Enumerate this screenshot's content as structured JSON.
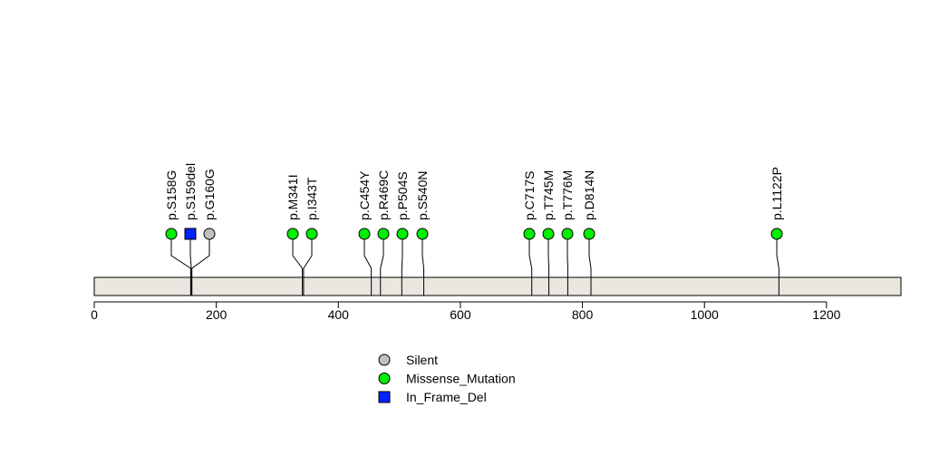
{
  "chart_data": {
    "type": "lollipop",
    "xlim": [
      0,
      1322
    ],
    "x_ticks": [
      0,
      200,
      400,
      600,
      800,
      1000,
      1200
    ],
    "x_tick_labels": [
      "0",
      "200",
      "400",
      "600",
      "800",
      "1000",
      "1200"
    ],
    "mutations": [
      {
        "label": "p.S158G",
        "pos": 158,
        "type": "Missense_Mutation"
      },
      {
        "label": "p.S159del",
        "pos": 159,
        "type": "In_Frame_Del"
      },
      {
        "label": "p.G160G",
        "pos": 160,
        "type": "Silent"
      },
      {
        "label": "p.M341I",
        "pos": 341,
        "type": "Missense_Mutation"
      },
      {
        "label": "p.I343T",
        "pos": 343,
        "type": "Missense_Mutation"
      },
      {
        "label": "p.C454Y",
        "pos": 454,
        "type": "Missense_Mutation"
      },
      {
        "label": "p.R469C",
        "pos": 469,
        "type": "Missense_Mutation"
      },
      {
        "label": "p.P504S",
        "pos": 504,
        "type": "Missense_Mutation"
      },
      {
        "label": "p.S540N",
        "pos": 540,
        "type": "Missense_Mutation"
      },
      {
        "label": "p.C717S",
        "pos": 717,
        "type": "Missense_Mutation"
      },
      {
        "label": "p.T745M",
        "pos": 745,
        "type": "Missense_Mutation"
      },
      {
        "label": "p.T776M",
        "pos": 776,
        "type": "Missense_Mutation"
      },
      {
        "label": "p.D814N",
        "pos": 814,
        "type": "Missense_Mutation"
      },
      {
        "label": "p.L1122P",
        "pos": 1122,
        "type": "Missense_Mutation"
      }
    ],
    "legend": [
      {
        "label": "Silent",
        "color": "#c0c0c0",
        "shape": "circle"
      },
      {
        "label": "Missense_Mutation",
        "color": "#00ee00",
        "shape": "circle"
      },
      {
        "label": "In_Frame_Del",
        "color": "#0022ff",
        "shape": "square"
      }
    ],
    "protein_bar_color": "#ebe7e0",
    "legend_placement": "bottom-center"
  }
}
